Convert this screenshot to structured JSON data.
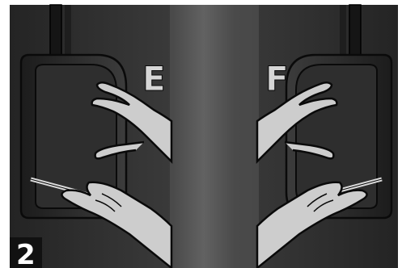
{
  "panel": {
    "number": "2",
    "left_label": "E",
    "right_label": "F"
  },
  "colors": {
    "background_dark": "#2b2b2b",
    "center_light": "#6a6a6a",
    "hand_fill": "#c9c9c9",
    "outline": "#0d0d0d",
    "letter": "#d8d8d8",
    "badge": "#111111",
    "badge_text": "#ffffff"
  },
  "icons": {
    "left_scene": "hand-in-holder-illustration",
    "right_scene": "hand-in-holder-illustration"
  }
}
